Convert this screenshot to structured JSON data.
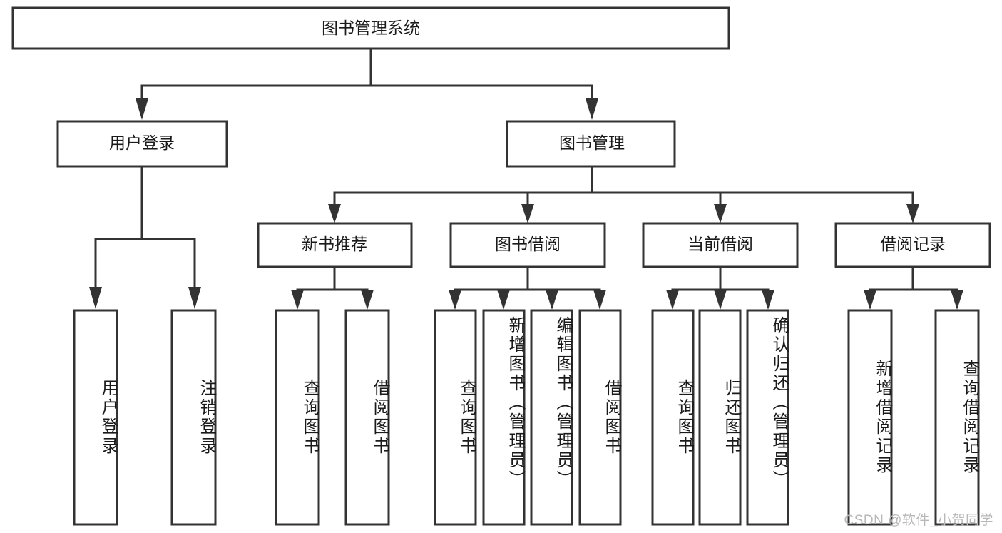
{
  "diagram": {
    "type": "tree",
    "title": "图书管理系统",
    "orientation": "top-down",
    "colors": {
      "box_stroke": "#333333",
      "box_fill": "#ffffff",
      "text": "#1a1a1a",
      "background": "#ffffff",
      "watermark": "#b8b8b8"
    },
    "nodes": {
      "root": {
        "label": "图书管理系统"
      },
      "level1": [
        {
          "label": "用户登录"
        },
        {
          "label": "图书管理"
        }
      ],
      "level2": [
        {
          "label": "新书推荐"
        },
        {
          "label": "图书借阅"
        },
        {
          "label": "当前借阅"
        },
        {
          "label": "借阅记录"
        }
      ],
      "leaves": {
        "user_login": [
          {
            "label": "用户登录"
          },
          {
            "label": "注销登录"
          }
        ],
        "new_book_recommend": [
          {
            "label": "查询图书"
          },
          {
            "label": "借阅图书"
          }
        ],
        "book_borrow": [
          {
            "label": "查询图书"
          },
          {
            "label": "新增图书（管理员）"
          },
          {
            "label": "编辑图书（管理员）"
          },
          {
            "label": "借阅图书"
          }
        ],
        "current_borrow": [
          {
            "label": "查询图书"
          },
          {
            "label": "归还图书"
          },
          {
            "label": "确认归还（管理员）"
          }
        ],
        "borrow_record": [
          {
            "label": "新增借阅记录"
          },
          {
            "label": "查询借阅记录"
          }
        ]
      }
    },
    "watermark": "CSDN @软件_小贺同学"
  }
}
